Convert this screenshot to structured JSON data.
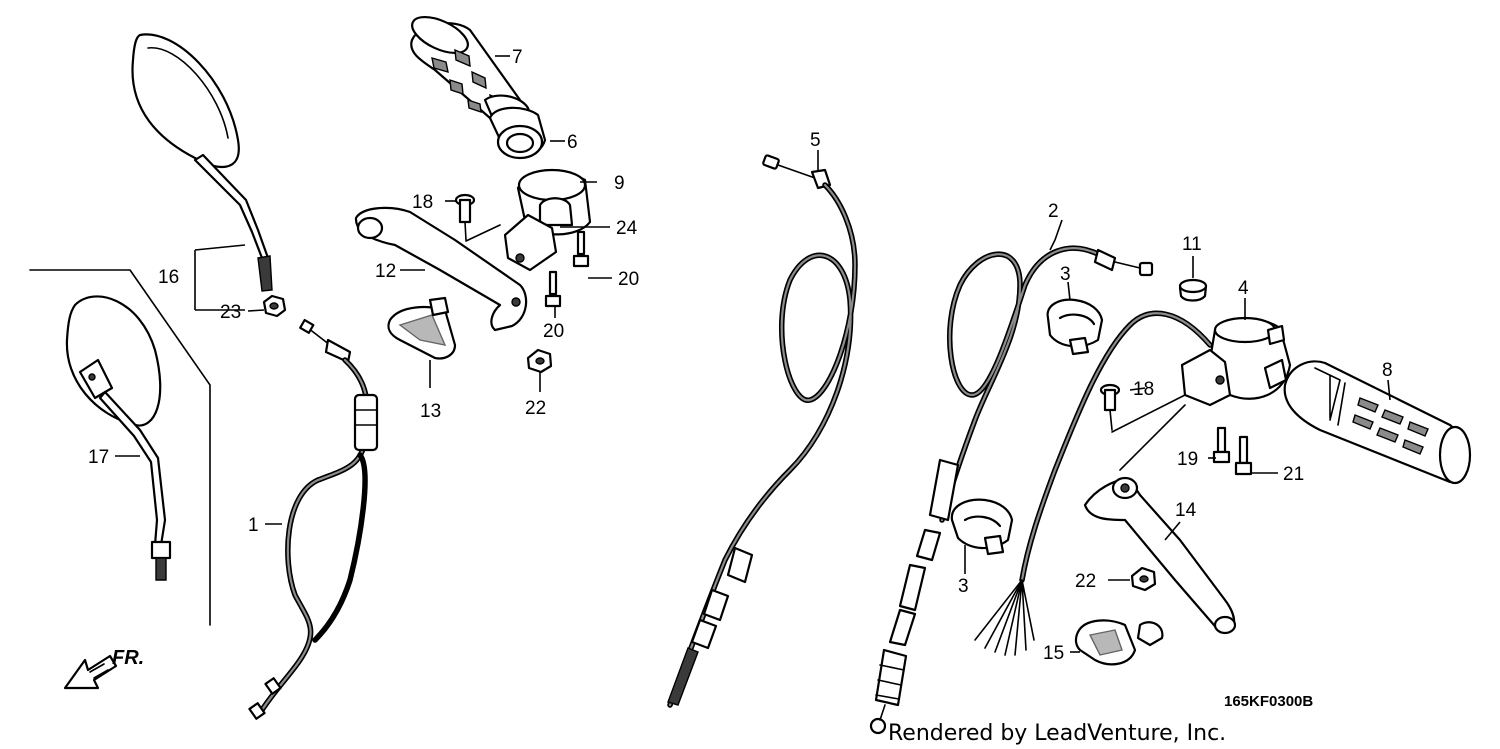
{
  "callouts": {
    "c1": "1",
    "c2": "2",
    "c3a": "3",
    "c3b": "3",
    "c4": "4",
    "c5": "5",
    "c6": "6",
    "c7": "7",
    "c8": "8",
    "c9": "9",
    "c11": "11",
    "c12": "12",
    "c13": "13",
    "c14": "14",
    "c15": "15",
    "c16": "16",
    "c17": "17",
    "c18a": "18",
    "c18b": "18",
    "c19": "19",
    "c20a": "20",
    "c20b": "20",
    "c21": "21",
    "c22a": "22",
    "c22b": "22",
    "c23": "23",
    "c24": "24"
  },
  "direction": {
    "label": "FR."
  },
  "diagram_code": "165KF0300B",
  "credit": "Rendered by LeadVenture, Inc."
}
